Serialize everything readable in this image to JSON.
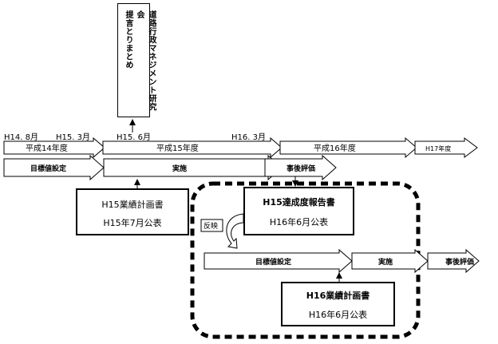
{
  "top_box": {
    "line1": "道路行政マネジメント研究会",
    "line2": "提言とりまとめ"
  },
  "dates": {
    "d1": "H14. 8月",
    "d2": "H15. 3月",
    "d3": "H15. 6月",
    "d4": "H16. 3月"
  },
  "fiscal_years": {
    "fy14": "平成14年度",
    "fy15": "平成15年度",
    "fy16": "平成16年度",
    "fy17": "H17年度"
  },
  "phases_row1": {
    "target": "目標値設定",
    "implement": "実施",
    "evaluation": "事後評価"
  },
  "phases_row2": {
    "target": "目標値設定",
    "implement": "実施",
    "evaluation": "事後評価"
  },
  "plan_h15": {
    "title": "H15業績計画書",
    "date": "H15年7月公表"
  },
  "report_h15": {
    "title": "H15達成度報告書",
    "date": "H16年6月公表"
  },
  "plan_h16": {
    "title": "H16業績計画書",
    "date": "H16年6月公表"
  },
  "feedback": {
    "label": "反映"
  }
}
